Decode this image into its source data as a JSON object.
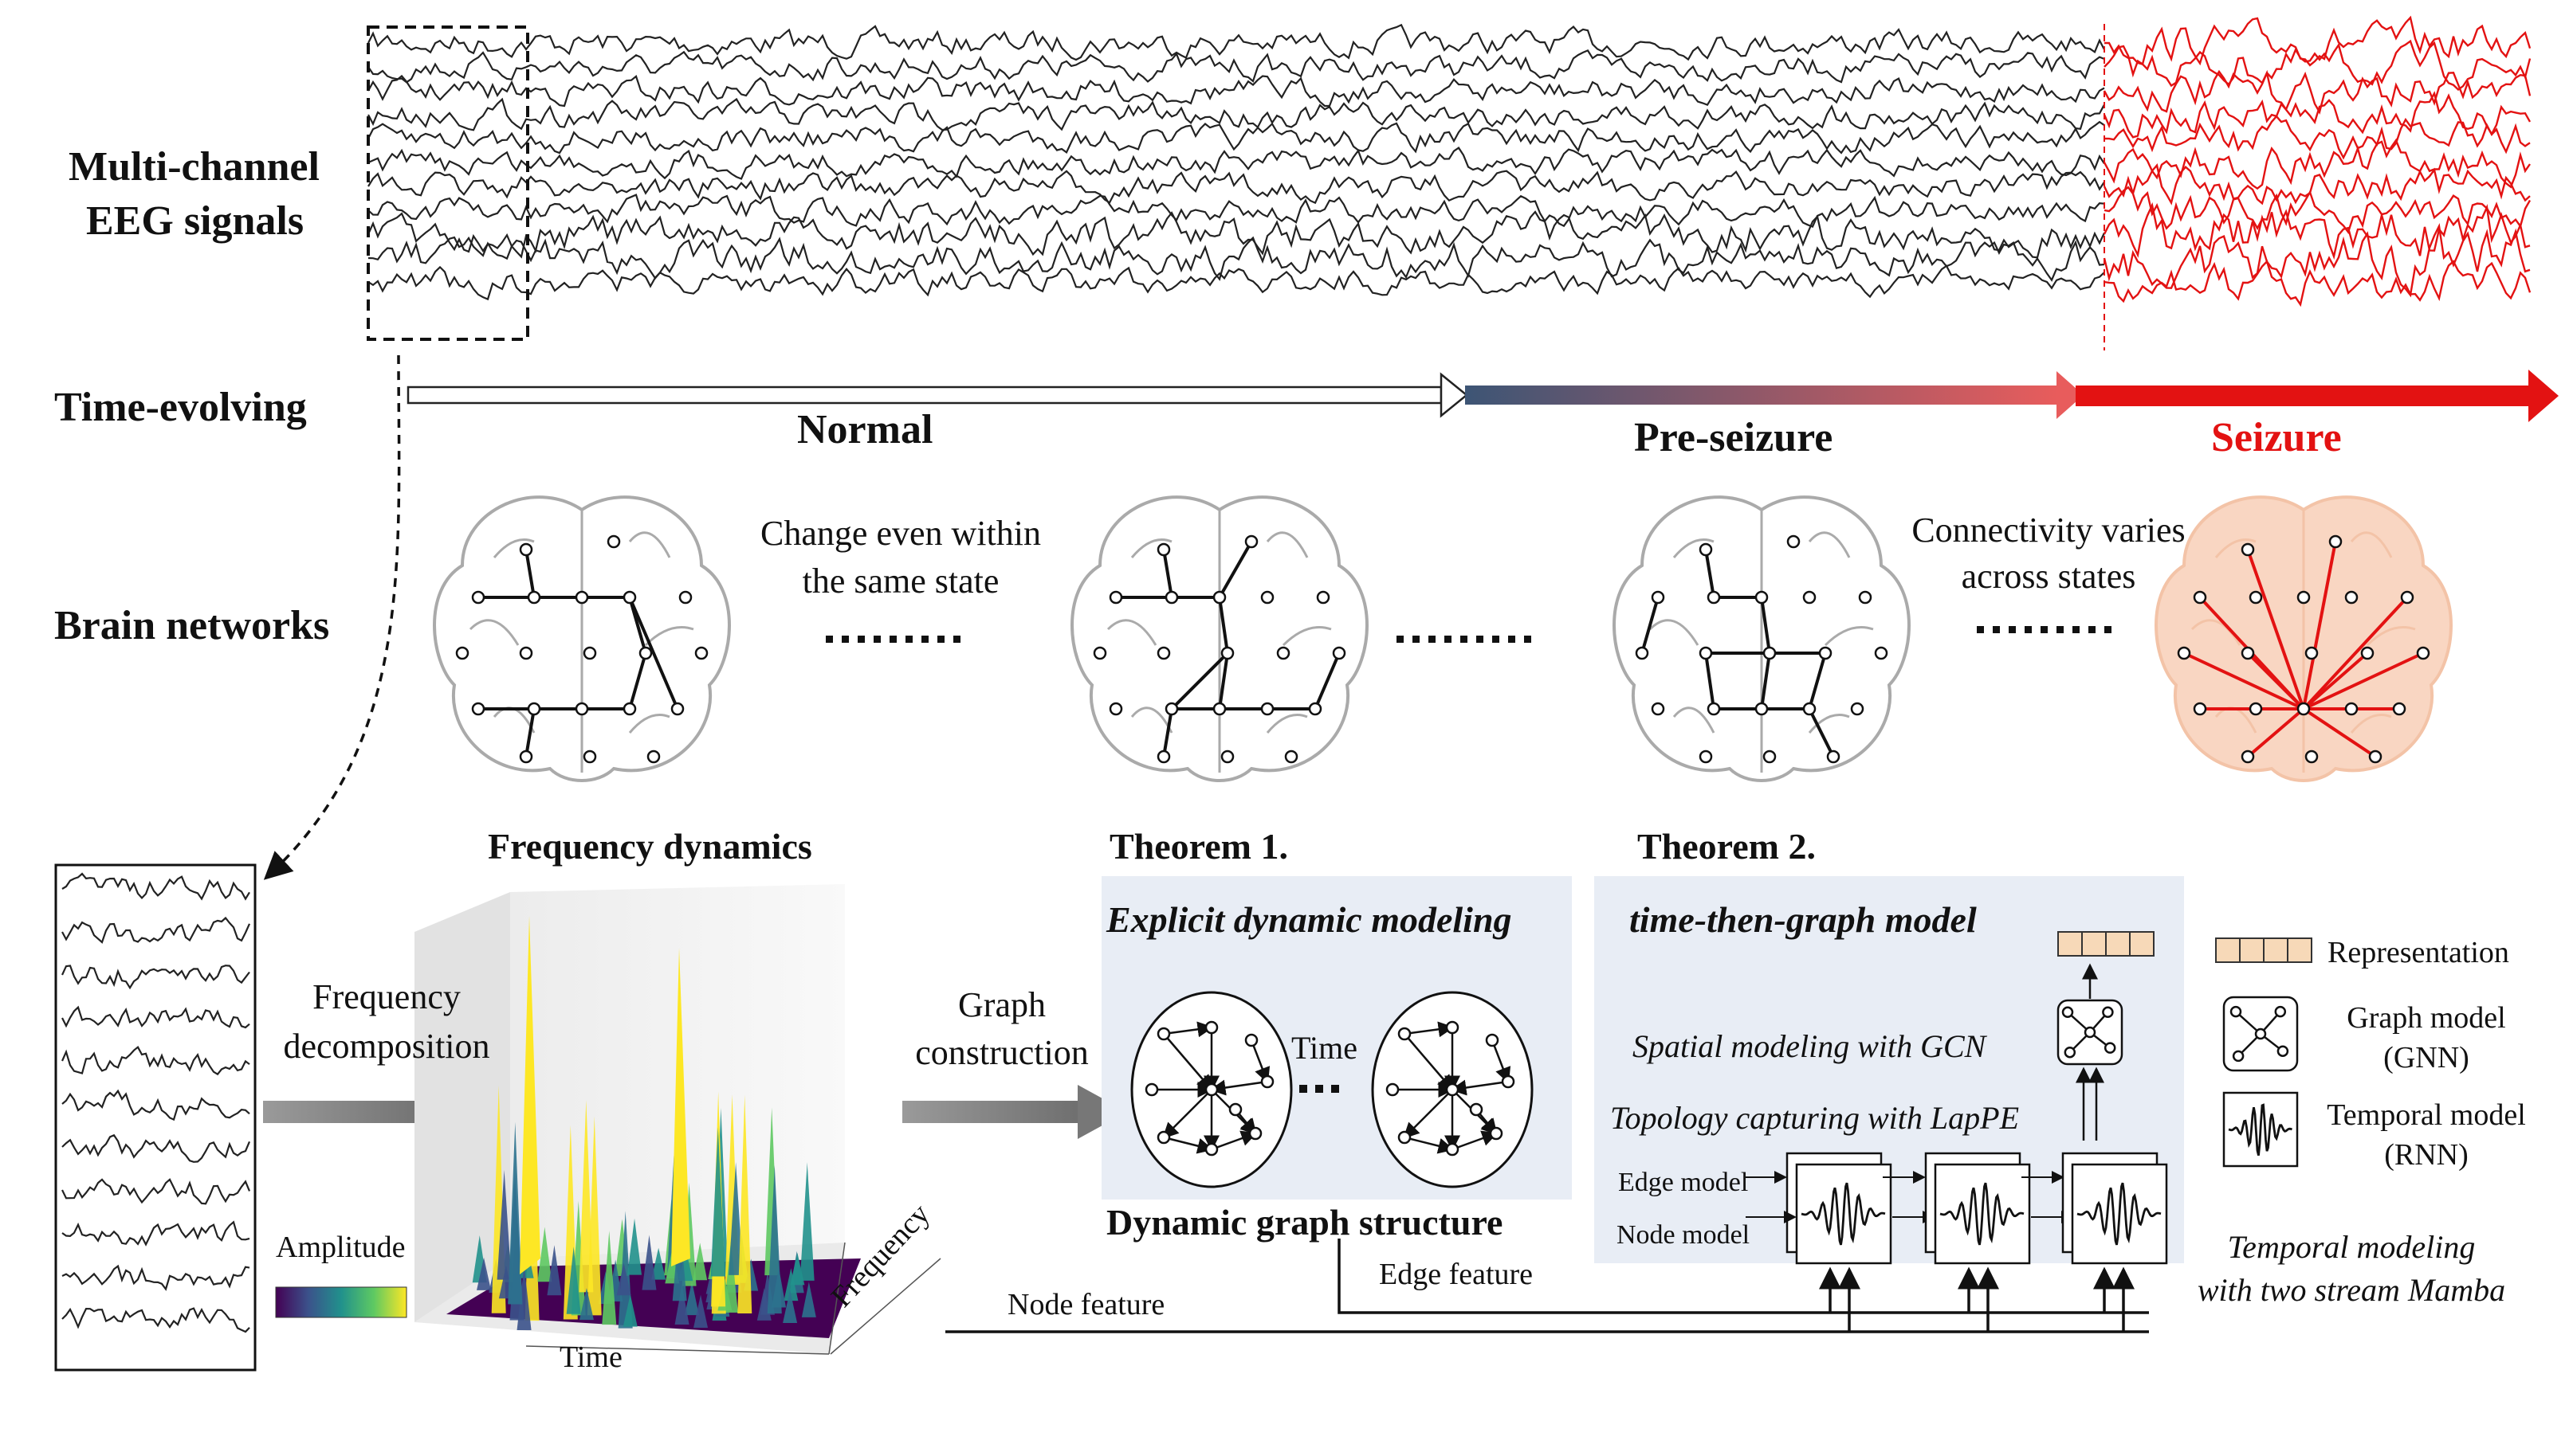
{
  "top": {
    "eeg_label_line1": "Multi-channel",
    "eeg_label_line2": "EEG signals",
    "time_label": "Time-evolving",
    "brain_label": "Brain networks"
  },
  "states": {
    "normal": "Normal",
    "preseizure": "Pre-seizure",
    "seizure": "Seizure"
  },
  "notes": {
    "change_line1": "Change even within",
    "change_line2": "the same state",
    "conn_line1": "Connectivity varies",
    "conn_line2": "across states"
  },
  "bottom": {
    "freq_dyn_title": "Frequency dynamics",
    "freq_decomp_line1": "Frequency",
    "freq_decomp_line2": "decomposition",
    "amplitude": "Amplitude",
    "axis_time": "Time",
    "axis_frequency": "Frequency",
    "graph_constr_line1": "Graph",
    "graph_constr_line2": "construction",
    "theorem1": "Theorem 1.",
    "explicit": "Explicit dynamic modeling",
    "time_between": "Time",
    "dyn_graph": "Dynamic graph structure",
    "theorem2": "Theorem 2.",
    "ttg": "time-then-graph model",
    "spatial": "Spatial modeling with GCN",
    "topology": "Topology capturing with LapPE",
    "edge_model": "Edge model",
    "node_model": "Node model",
    "edge_feature": "Edge feature",
    "node_feature": "Node feature",
    "temporal_line1": "Temporal modeling",
    "temporal_line2": "with two stream Mamba"
  },
  "legend": {
    "representation": "Representation",
    "graph_model_line1": "Graph model",
    "graph_model_line2": "(GNN)",
    "temporal_model_line1": "Temporal model",
    "temporal_model_line2": "(RNN)"
  },
  "colors": {
    "seizure_red": "#e31212",
    "panel_bg": "#e8edf5",
    "rep_fill": "#f7d9b8",
    "brain_seizure_fill": "#f9d6c2",
    "colormap": [
      "#440154",
      "#3b528b",
      "#21918c",
      "#5ec962",
      "#fde725"
    ]
  }
}
